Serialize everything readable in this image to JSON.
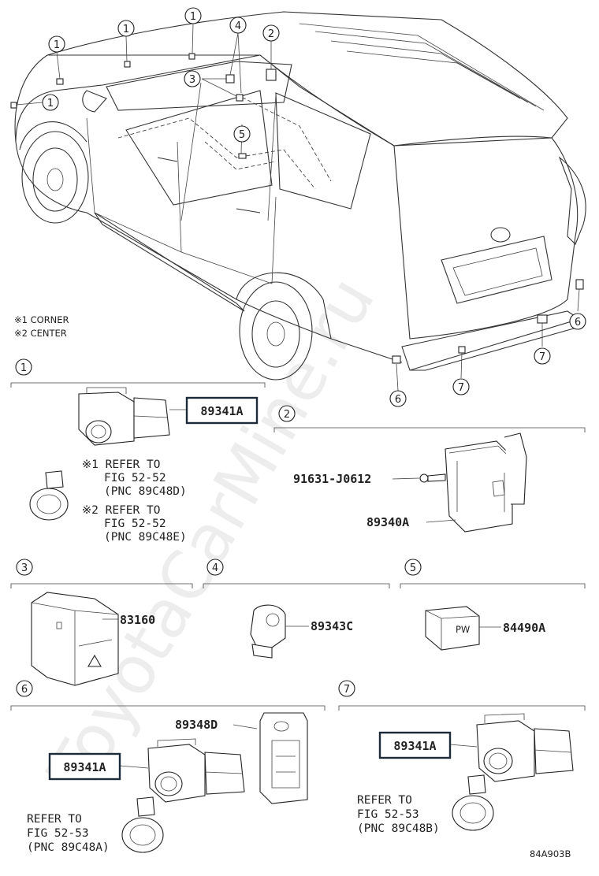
{
  "callouts": {
    "c1": "1",
    "c2": "2",
    "c3": "3",
    "c4": "4",
    "c5": "5",
    "c6": "6",
    "c7": "7"
  },
  "legend": {
    "corner": "※1 CORNER",
    "center": "※2 CENTER"
  },
  "sections": {
    "s1": {
      "number": "1",
      "part": "89341A",
      "note1": [
        "※1 REFER TO",
        "FIG 52-52",
        "(PNC 89C48D)"
      ],
      "note2": [
        "※2 REFER TO",
        "FIG 52-52",
        "(PNC 89C48E)"
      ]
    },
    "s2": {
      "number": "2",
      "bolt": "91631-J0612",
      "part": "89340A"
    },
    "s3": {
      "number": "3",
      "part": "83160"
    },
    "s4": {
      "number": "4",
      "part": "89343C"
    },
    "s5": {
      "number": "5",
      "part": "84490A",
      "button_text": "PW"
    },
    "s6": {
      "number": "6",
      "part_main": "89341A",
      "part_bracket": "89348D",
      "note": [
        "REFER TO",
        "FIG 52-53",
        "(PNC 89C48A)"
      ]
    },
    "s7": {
      "number": "7",
      "part": "89341A",
      "note": [
        "REFER TO",
        "FIG 52-53",
        "(PNC 89C48B)"
      ]
    }
  },
  "diagram_code": "84A903B",
  "watermark": "ToyotaCarMine.ru"
}
